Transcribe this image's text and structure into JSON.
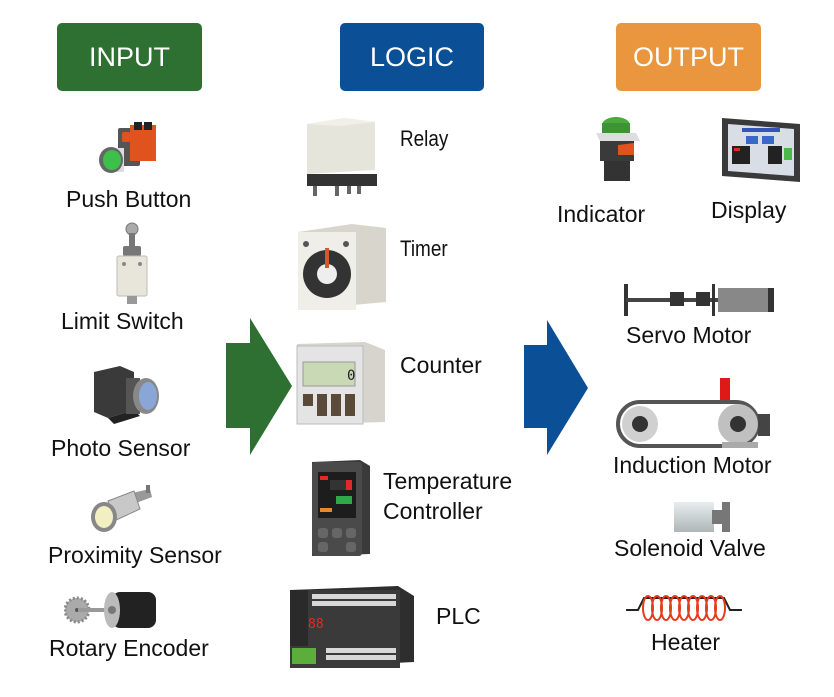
{
  "title": "Control system components: Input, Logic, Output",
  "colors": {
    "input": "#2e7032",
    "logic": "#0b4f96",
    "output": "#e9963e"
  },
  "columns": {
    "input": {
      "header": "INPUT",
      "items": [
        {
          "label": "Push Button",
          "icon": "push-button-icon"
        },
        {
          "label": "Limit Switch",
          "icon": "limit-switch-icon"
        },
        {
          "label": "Photo Sensor",
          "icon": "photo-sensor-icon"
        },
        {
          "label": "Proximity Sensor",
          "icon": "proximity-sensor-icon"
        },
        {
          "label": "Rotary Encoder",
          "icon": "rotary-encoder-icon"
        }
      ]
    },
    "logic": {
      "header": "LOGIC",
      "items": [
        {
          "label": "Relay",
          "icon": "relay-icon"
        },
        {
          "label": "Timer",
          "icon": "timer-icon"
        },
        {
          "label": "Counter",
          "icon": "counter-icon"
        },
        {
          "label_line1": "Temperature",
          "label_line2": "Controller",
          "icon": "temperature-controller-icon"
        },
        {
          "label": "PLC",
          "icon": "plc-icon"
        }
      ]
    },
    "output": {
      "header": "OUTPUT",
      "items": [
        {
          "label": "Indicator",
          "icon": "indicator-icon"
        },
        {
          "label": "Display",
          "icon": "display-icon"
        },
        {
          "label": "Servo Motor",
          "icon": "servo-motor-icon"
        },
        {
          "label": "Induction Motor",
          "icon": "induction-motor-icon"
        },
        {
          "label": "Solenoid Valve",
          "icon": "solenoid-valve-icon"
        },
        {
          "label": "Heater",
          "icon": "heater-icon"
        }
      ]
    }
  },
  "arrows": [
    {
      "from": "input",
      "to": "logic",
      "color": "#2e7032"
    },
    {
      "from": "logic",
      "to": "output",
      "color": "#0b4f96"
    }
  ]
}
